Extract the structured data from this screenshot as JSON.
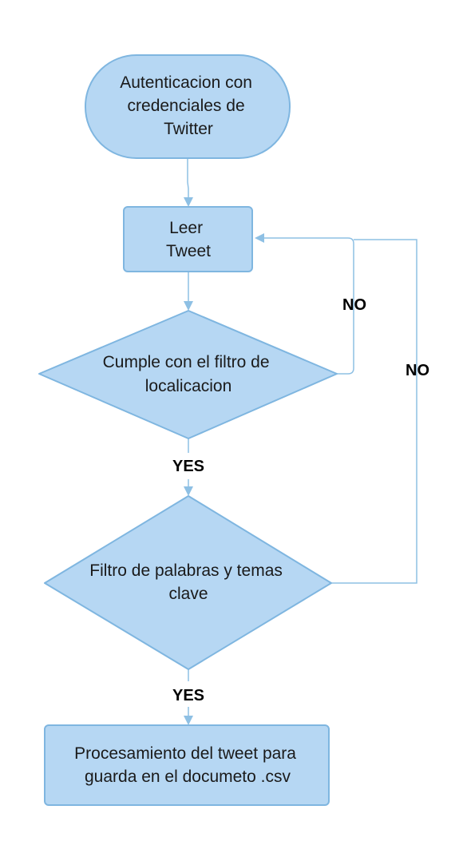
{
  "flowchart": {
    "nodes": {
      "auth": {
        "shape": "terminal",
        "lines": [
          "Autenticacion con",
          "credenciales de",
          "Twitter"
        ]
      },
      "read": {
        "shape": "process",
        "lines": [
          "Leer",
          "Tweet"
        ]
      },
      "location": {
        "shape": "decision",
        "lines": [
          "Cumple con el filtro de",
          "localicacion"
        ]
      },
      "keywords": {
        "shape": "decision",
        "lines": [
          "Filtro de palabras y temas",
          "clave"
        ]
      },
      "process": {
        "shape": "process",
        "lines": [
          "Procesamiento del tweet para",
          "guarda en el documeto .csv"
        ]
      }
    },
    "edges": {
      "auth_to_read": {
        "from": "auth",
        "to": "read",
        "label": ""
      },
      "read_to_location": {
        "from": "read",
        "to": "location",
        "label": ""
      },
      "location_no": {
        "from": "location",
        "to": "read",
        "label": "NO"
      },
      "location_yes": {
        "from": "location",
        "to": "keywords",
        "label": "YES"
      },
      "keywords_no": {
        "from": "keywords",
        "to": "read",
        "label": "NO"
      },
      "keywords_yes": {
        "from": "keywords",
        "to": "process",
        "label": "YES"
      }
    },
    "colors": {
      "fill": "#b6d7f3",
      "stroke": "#7fb6e0",
      "connector": "#8ec0e4",
      "text": "#1a1a1a"
    }
  }
}
